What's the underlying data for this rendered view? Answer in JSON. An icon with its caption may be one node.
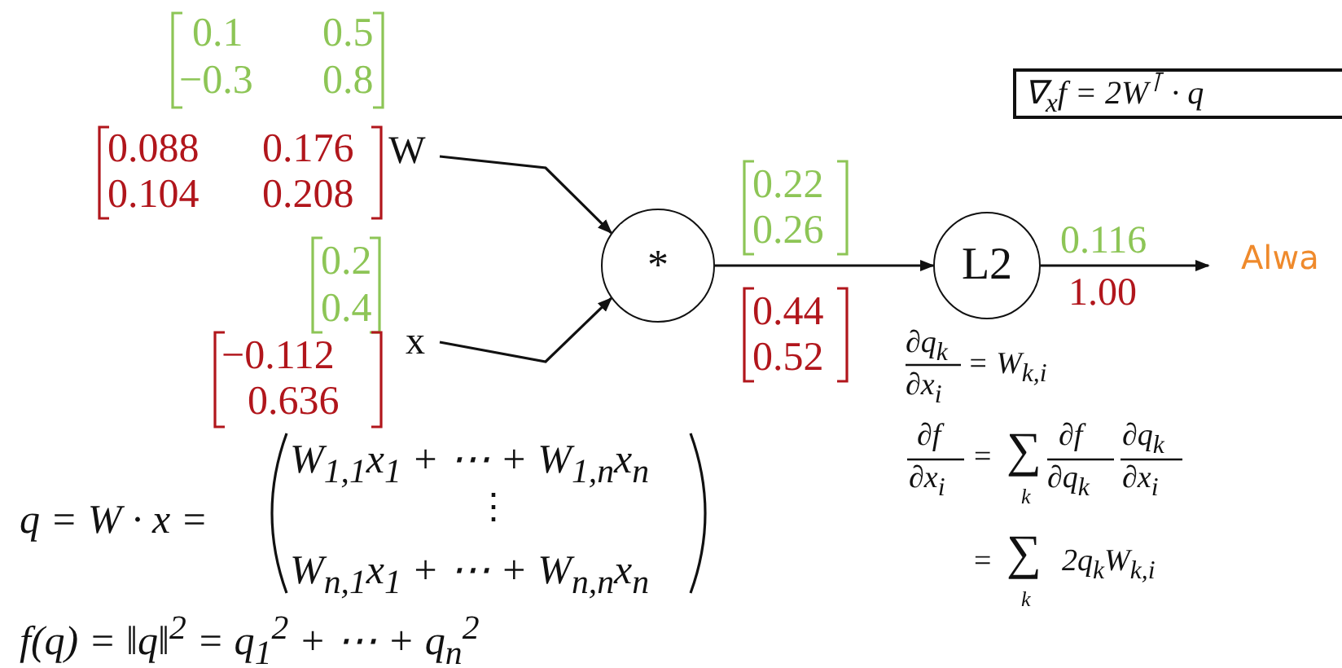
{
  "diagram": {
    "nodes": [
      {
        "text": [
          "W"
        ]
      },
      {
        "text": [
          "x"
        ]
      },
      {
        "text": [
          "*"
        ]
      },
      {
        "text": [
          "L2"
        ]
      },
      {
        "text": [
          "∇$_{x}$f = 2W$^{⊺}$ · q"
        ]
      }
    ],
    "edges": [
      {
        "from": 0,
        "to": 2,
        "arrow": "to"
      },
      {
        "from": 1,
        "to": 2,
        "arrow": "to"
      },
      {
        "from": 2,
        "to": 3,
        "arrow": "to"
      },
      {
        "from": 3,
        "to": null,
        "arrow": "to"
      }
    ],
    "labels": [
      "0.1",
      "0.5",
      "−0.3",
      "0.8",
      "0.088",
      "0.176",
      "0.104",
      "0.208",
      "0.2",
      "0.4",
      "−0.112",
      "0.636",
      "0.22",
      "0.26",
      "0.44",
      "0.52",
      "0.116",
      "1.00",
      "Alwa",
      "∂q$_{k}$",
      "∂x$_{i}$",
      "= W$_{k,i}$",
      "∂f",
      "∂x$_{i}$",
      "=",
      "∑",
      "k",
      "∂f",
      "∂q$_{k}$",
      "∂q$_{k}$",
      "∂x$_{i}$",
      "=",
      "∑",
      "k",
      "2q$_{k}$W$_{k,i}$",
      "q = W · x =",
      "W$_{1,1}$x$_{1}$ + ⋯ + W$_{1,n}$x$_{n}$",
      "⋮",
      "W$_{n,1}$x$_{1}$ + ⋯ + W$_{n,n}$x$_{n}$",
      "f(q) = ‖q‖$^{2}$ = q$_{1}$$^{2}$ + ⋯ + q$_{n}$$^{2}$"
    ]
  }
}
